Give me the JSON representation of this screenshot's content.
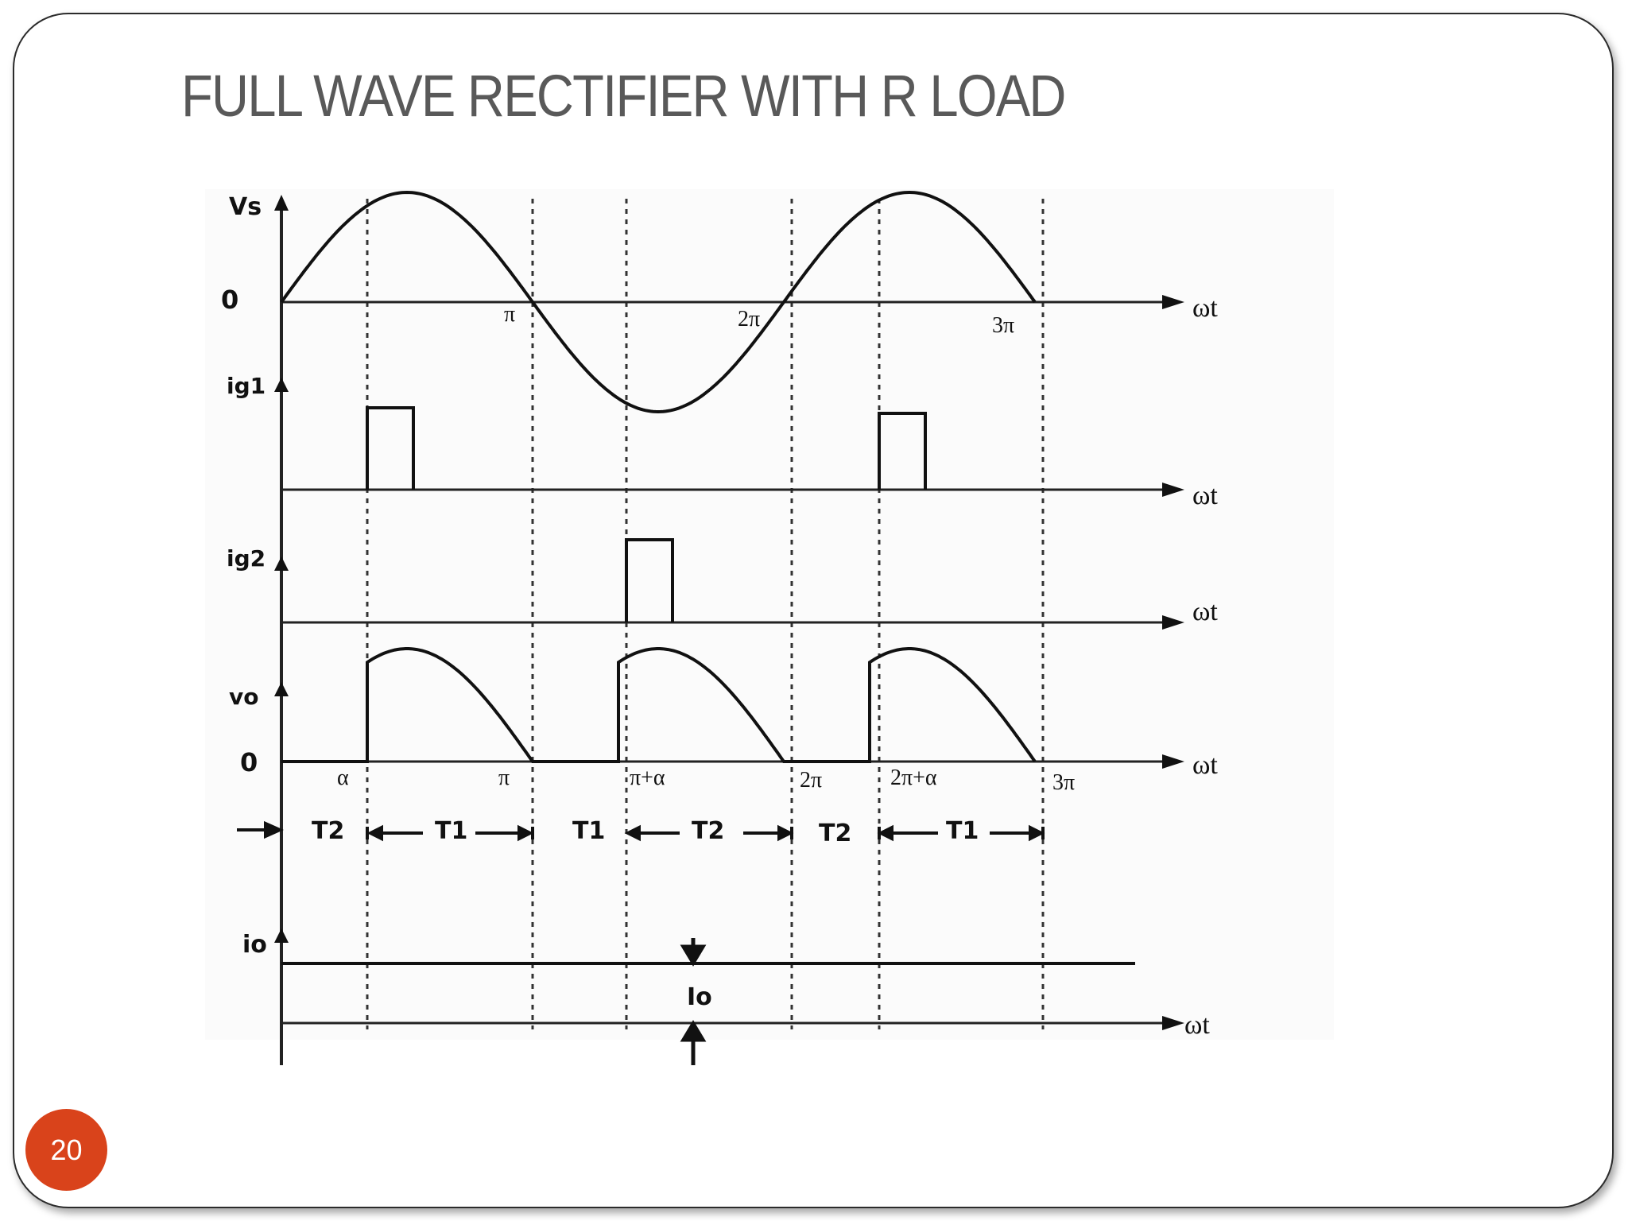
{
  "slide": {
    "title": "FULL WAVE RECTIFIER WITH R LOAD",
    "page_number": "20",
    "badge_color": "#d9431b",
    "title_color": "#595959"
  },
  "diagram": {
    "panels": {
      "vs": {
        "axis_label": "Vs",
        "zero_label": "0",
        "time_label": "ωt",
        "tick_labels": [
          "π",
          "2π",
          "3π"
        ]
      },
      "ig1": {
        "axis_label": "ig1",
        "time_label": "ωt"
      },
      "ig2": {
        "axis_label": "ig2",
        "time_label": "ωt"
      },
      "vo": {
        "axis_label": "vo",
        "zero_label": "0",
        "time_label": "ωt",
        "tick_labels": [
          "α",
          "π",
          "π+α",
          "2π",
          "2π+α",
          "3π"
        ]
      },
      "conduction": {
        "intervals": [
          "T2",
          "T1",
          "T1",
          "T2",
          "T2",
          "T1"
        ]
      },
      "io": {
        "axis_label": "io",
        "level_label": "Io",
        "time_label": "ωt"
      }
    }
  }
}
